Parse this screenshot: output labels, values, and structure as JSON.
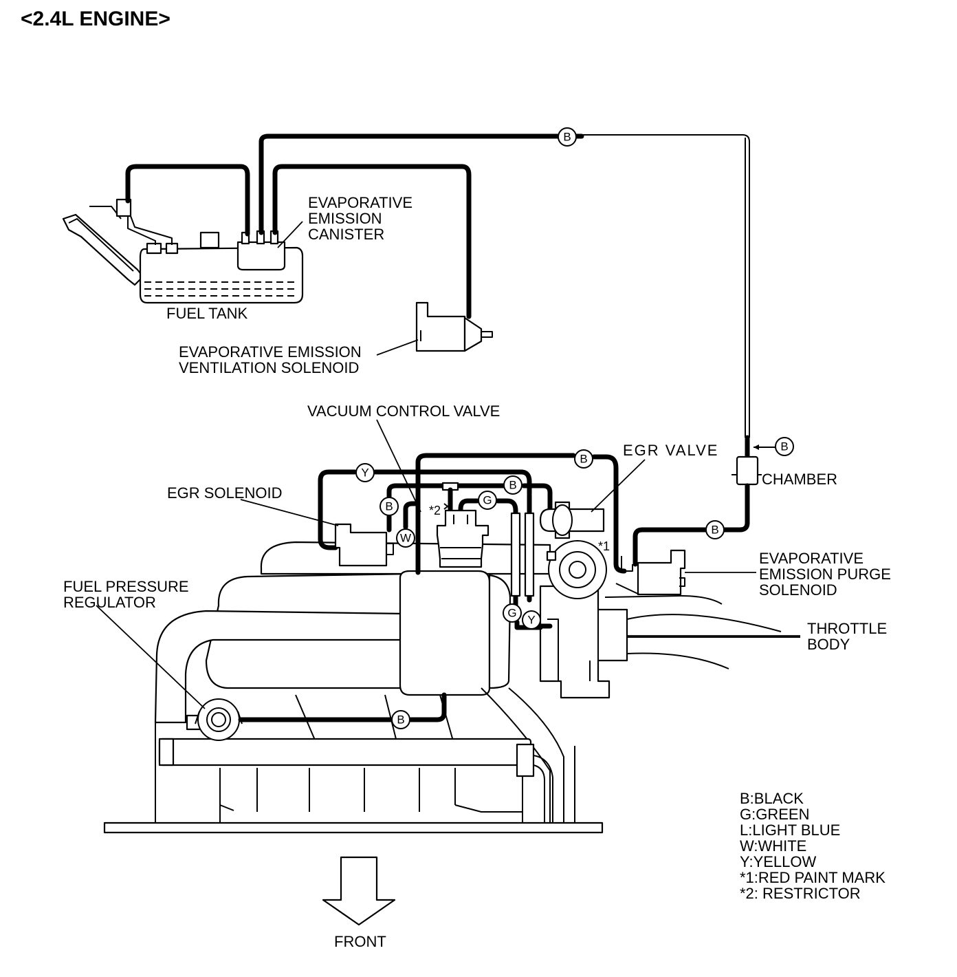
{
  "title": "<2.4L ENGINE>",
  "labels": {
    "evap_canister": [
      "EVAPORATIVE",
      "EMISSION",
      "CANISTER"
    ],
    "fuel_tank": "FUEL TANK",
    "ventilation_solenoid": [
      "EVAPORATIVE EMISSION",
      "VENTILATION SOLENOID"
    ],
    "vacuum_control_valve": "VACUUM CONTROL VALVE",
    "egr_valve": "EGR VALVE",
    "egr_solenoid": "EGR SOLENOID",
    "chamber": "CHAMBER",
    "purge_solenoid": [
      "EVAPORATIVE",
      "EMISSION PURGE",
      "SOLENOID"
    ],
    "fuel_pressure_regulator": [
      "FUEL PRESSURE",
      "REGULATOR"
    ],
    "throttle_body": [
      "THROTTLE",
      "BODY"
    ],
    "front": "FRONT",
    "red_paint_mark": "*1",
    "restrictor_mark": "*2"
  },
  "hose_tags": {
    "top": "B",
    "chamber_top": "B",
    "chamber_bottom": "B",
    "egr_top": "B",
    "vcv_right": "B",
    "yellow_top": "Y",
    "green_top": "G",
    "solenoid_black": "B",
    "solenoid_white": "W",
    "green_bottom": "G",
    "yellow_bottom": "Y",
    "regulator": "B"
  },
  "legend": [
    "B:BLACK",
    "G:GREEN",
    "L:LIGHT BLUE",
    "W:WHITE",
    "Y:YELLOW",
    "*1:RED PAINT MARK",
    "*2: RESTRICTOR"
  ]
}
